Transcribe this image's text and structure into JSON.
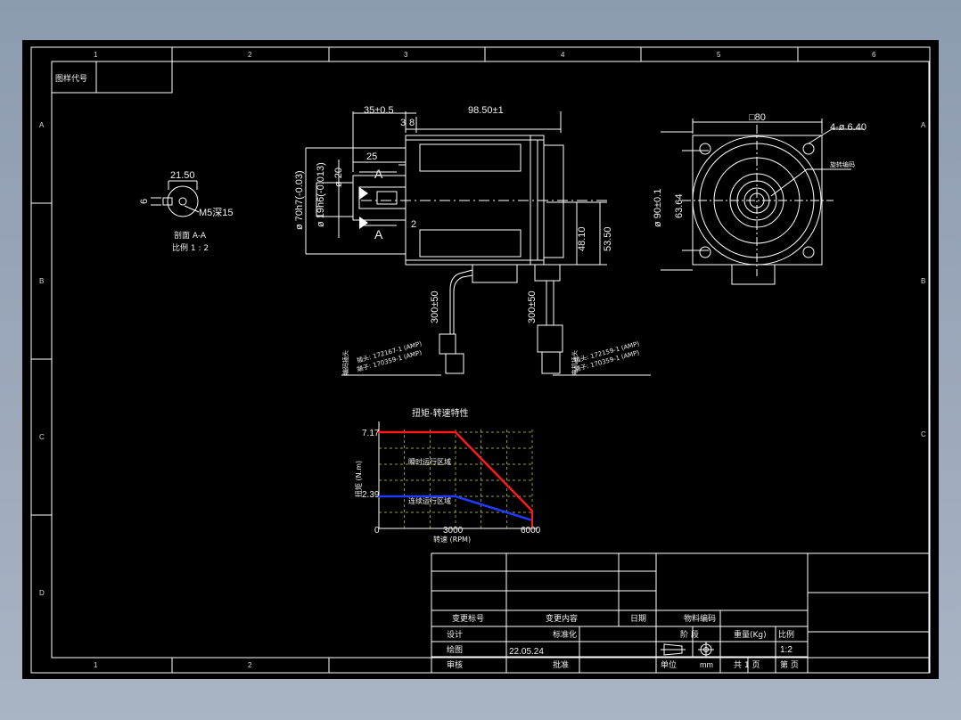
{
  "drawing": {
    "drawing_code_label": "图样代号",
    "col_markers": [
      "1",
      "2",
      "3",
      "4",
      "5",
      "6"
    ],
    "row_markers": [
      "A",
      "B",
      "C",
      "D"
    ],
    "section_view": {
      "dim_width": "21.50",
      "dim_key": "6",
      "thread": "M5深15",
      "caption": "剖面 A-A",
      "scale": "比例 1 : 2"
    },
    "side_view": {
      "dim_flange": "35±0.5",
      "dim_3": "3",
      "dim_8": "8",
      "dim_length": "98.50±1",
      "dim_25": "25",
      "dim_20": "ø 20",
      "dim_70": "ø 70h7(-0.03)",
      "dim_19": "ø 19h6(-0.013)",
      "dim_2": "2",
      "dim_4810": "48.10",
      "dim_5350": "53.50",
      "section_mark_top": "A",
      "section_mark_bottom": "A"
    },
    "front_view": {
      "dim_square": "□80",
      "dim_holes": "4-ø 6.40",
      "dim_90": "ø 90±0.1",
      "dim_6364": "63.64",
      "label_rotation": "旋转编码"
    },
    "cables": {
      "cable1_length": "300±50",
      "cable2_length": "300±50",
      "cable1_note_1": "编码插头",
      "cable1_note_2": "插头: 172167-1 (AMP)",
      "cable1_note_3": "端子: 170359-1 (AMP)",
      "cable2_note_1": "电机插头",
      "cable2_note_2": "插头: 172159-1 (AMP)",
      "cable2_note_3": "端子: 170359-1 (AMP)"
    }
  },
  "chart_data": {
    "type": "line",
    "title": "扭矩-转速特性",
    "xlabel": "转速 (RPM)",
    "ylabel": "扭矩 (N.m)",
    "xlim": [
      0,
      6000
    ],
    "ylim": [
      0,
      7.17
    ],
    "x_ticks": [
      "0",
      "3000",
      "6000"
    ],
    "y_ticks": [
      "7.17",
      "2.39"
    ],
    "grid": true,
    "series": [
      {
        "color": "#ff1a1a",
        "points": [
          [
            0,
            7.17
          ],
          [
            3000,
            7.17
          ],
          [
            6000,
            1.3
          ]
        ]
      },
      {
        "color": "#1f3bff",
        "points": [
          [
            0,
            2.39
          ],
          [
            3000,
            2.39
          ],
          [
            6000,
            0.6
          ]
        ]
      }
    ],
    "annotations": [
      "瞬时运行区域",
      "连续运行区域"
    ]
  },
  "title_block": {
    "change_mark": "变更标号",
    "change_content": "变更内容",
    "date": "日期",
    "material_name": "物料编码",
    "design": "设计",
    "drawing": "绘图",
    "check": "审核",
    "std": "标准化",
    "approve": "批准",
    "date_value": "22.05.24",
    "stage": "阶 段",
    "weight": "重量(Kg)",
    "scale": "比例",
    "scale_value": "1:2",
    "unit_label": "单位",
    "unit": "mm",
    "sheets": "共 1 页",
    "sheet": "第 页"
  },
  "colors": {
    "line": "#ffffff",
    "torque_peak": "#ff1a1a",
    "torque_cont": "#1f3bff",
    "grid": "#cfcf40"
  }
}
